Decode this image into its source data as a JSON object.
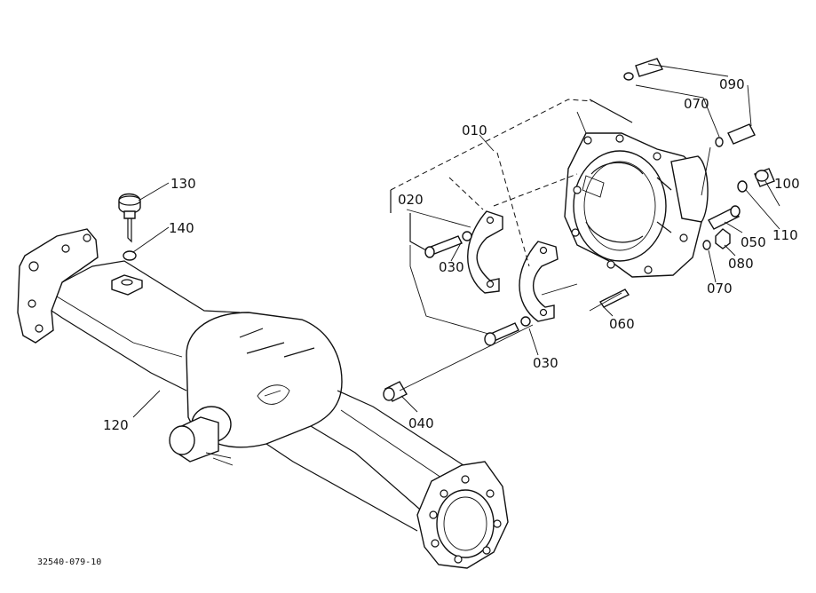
{
  "diagram": {
    "drawing_code": "32540-079-10",
    "callouts": {
      "c010": "010",
      "c020": "020",
      "c030a": "030",
      "c030b": "030",
      "c040": "040",
      "c050": "050",
      "c060": "060",
      "c070a": "070",
      "c070b": "070",
      "c080": "080",
      "c090": "090",
      "c100": "100",
      "c110": "110",
      "c120": "120",
      "c130": "130",
      "c140": "140"
    }
  }
}
